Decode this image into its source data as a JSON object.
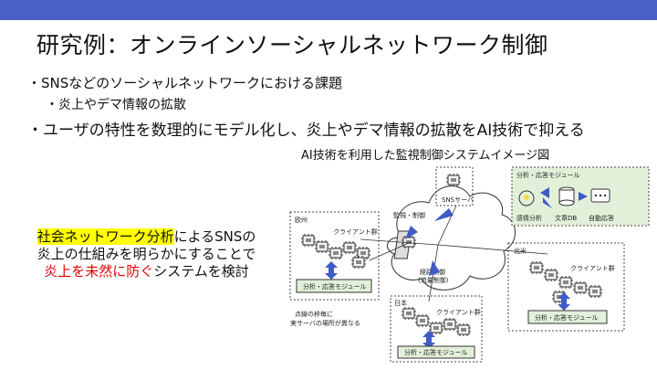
{
  "slide": {
    "title": "研究例：オンラインソーシャルネットワーク制御",
    "bullets": [
      "・SNSなどのソーシャルネットワークにおける課題",
      "・炎上やデマ情報の拡散",
      "・ユーザの特性を数理的にモデル化し、炎上やデマ情報の拡散をAI技術で抑える"
    ],
    "left_text": {
      "highlight": "社会ネットワーク分析",
      "after_highlight": "によるSNSの",
      "line2": "炎上の仕組みを明らかにすることで",
      "red": "炎上を未然に防ぐ",
      "after_red": "システムを検討"
    }
  },
  "diagram": {
    "caption": "AI技術を利用した監視制御システムイメージ図",
    "module_panel": {
      "title": "分析・応答モジュール",
      "labels": [
        "感情分析",
        "文章DB",
        "自動応答"
      ]
    },
    "sns_server": "SNSサーバ",
    "monitor": "監視・制御",
    "routing": [
      "経路制御",
      "(流量制御)"
    ],
    "regions": [
      {
        "name": "欧州",
        "clients": "クライアント群",
        "module": "分析・応答モジュール"
      },
      {
        "name": "日本",
        "clients": "クライアント群",
        "module": "分析・応答モジュール"
      },
      {
        "name": "北米",
        "clients": "クライアント群",
        "module": "分析・応答モジュール"
      }
    ],
    "note": [
      "点線の枠毎に",
      "実サーバの場所が異なる"
    ]
  },
  "colors": {
    "topbar": "#4a5fc8",
    "arrow": "#3e5bc7",
    "panel": "#e2f0d9",
    "cloud": "#ffffff"
  }
}
